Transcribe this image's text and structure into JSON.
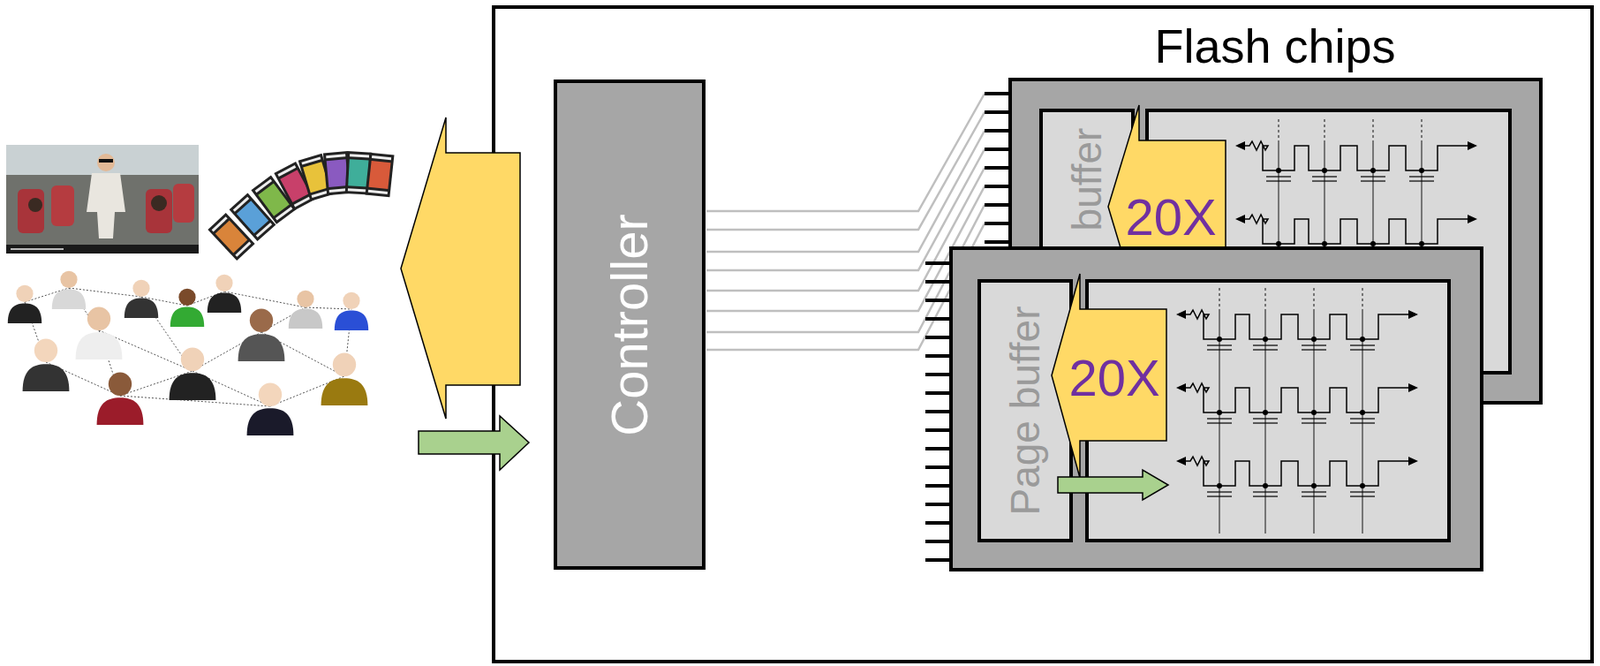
{
  "diagram": {
    "nodes": [
      {
        "text": [
          "Controller"
        ]
      },
      {
        "text": [
          "buffer"
        ]
      },
      {
        "text": [
          "Page buffer"
        ]
      }
    ],
    "labels": [
      "Flash chips",
      "20X",
      "20X"
    ]
  }
}
